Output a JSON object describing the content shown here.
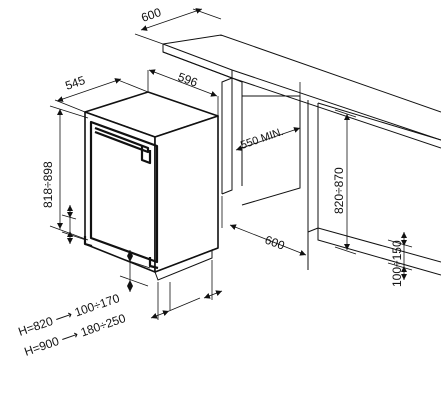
{
  "dimensions": {
    "worktop_depth": "600",
    "appliance_width": "596",
    "appliance_depth": "545",
    "appliance_height": "818÷898",
    "min_recess_width": "550 MIN.",
    "recess_depth": "600",
    "recess_height": "820÷870",
    "plinth_height": "100÷150"
  },
  "plinth_notes": {
    "line1": "H=820 ⟶ 100÷170",
    "line2": "H=900 ⟶ 180÷250"
  },
  "colors": {
    "line": "#111111",
    "background": "#ffffff"
  }
}
